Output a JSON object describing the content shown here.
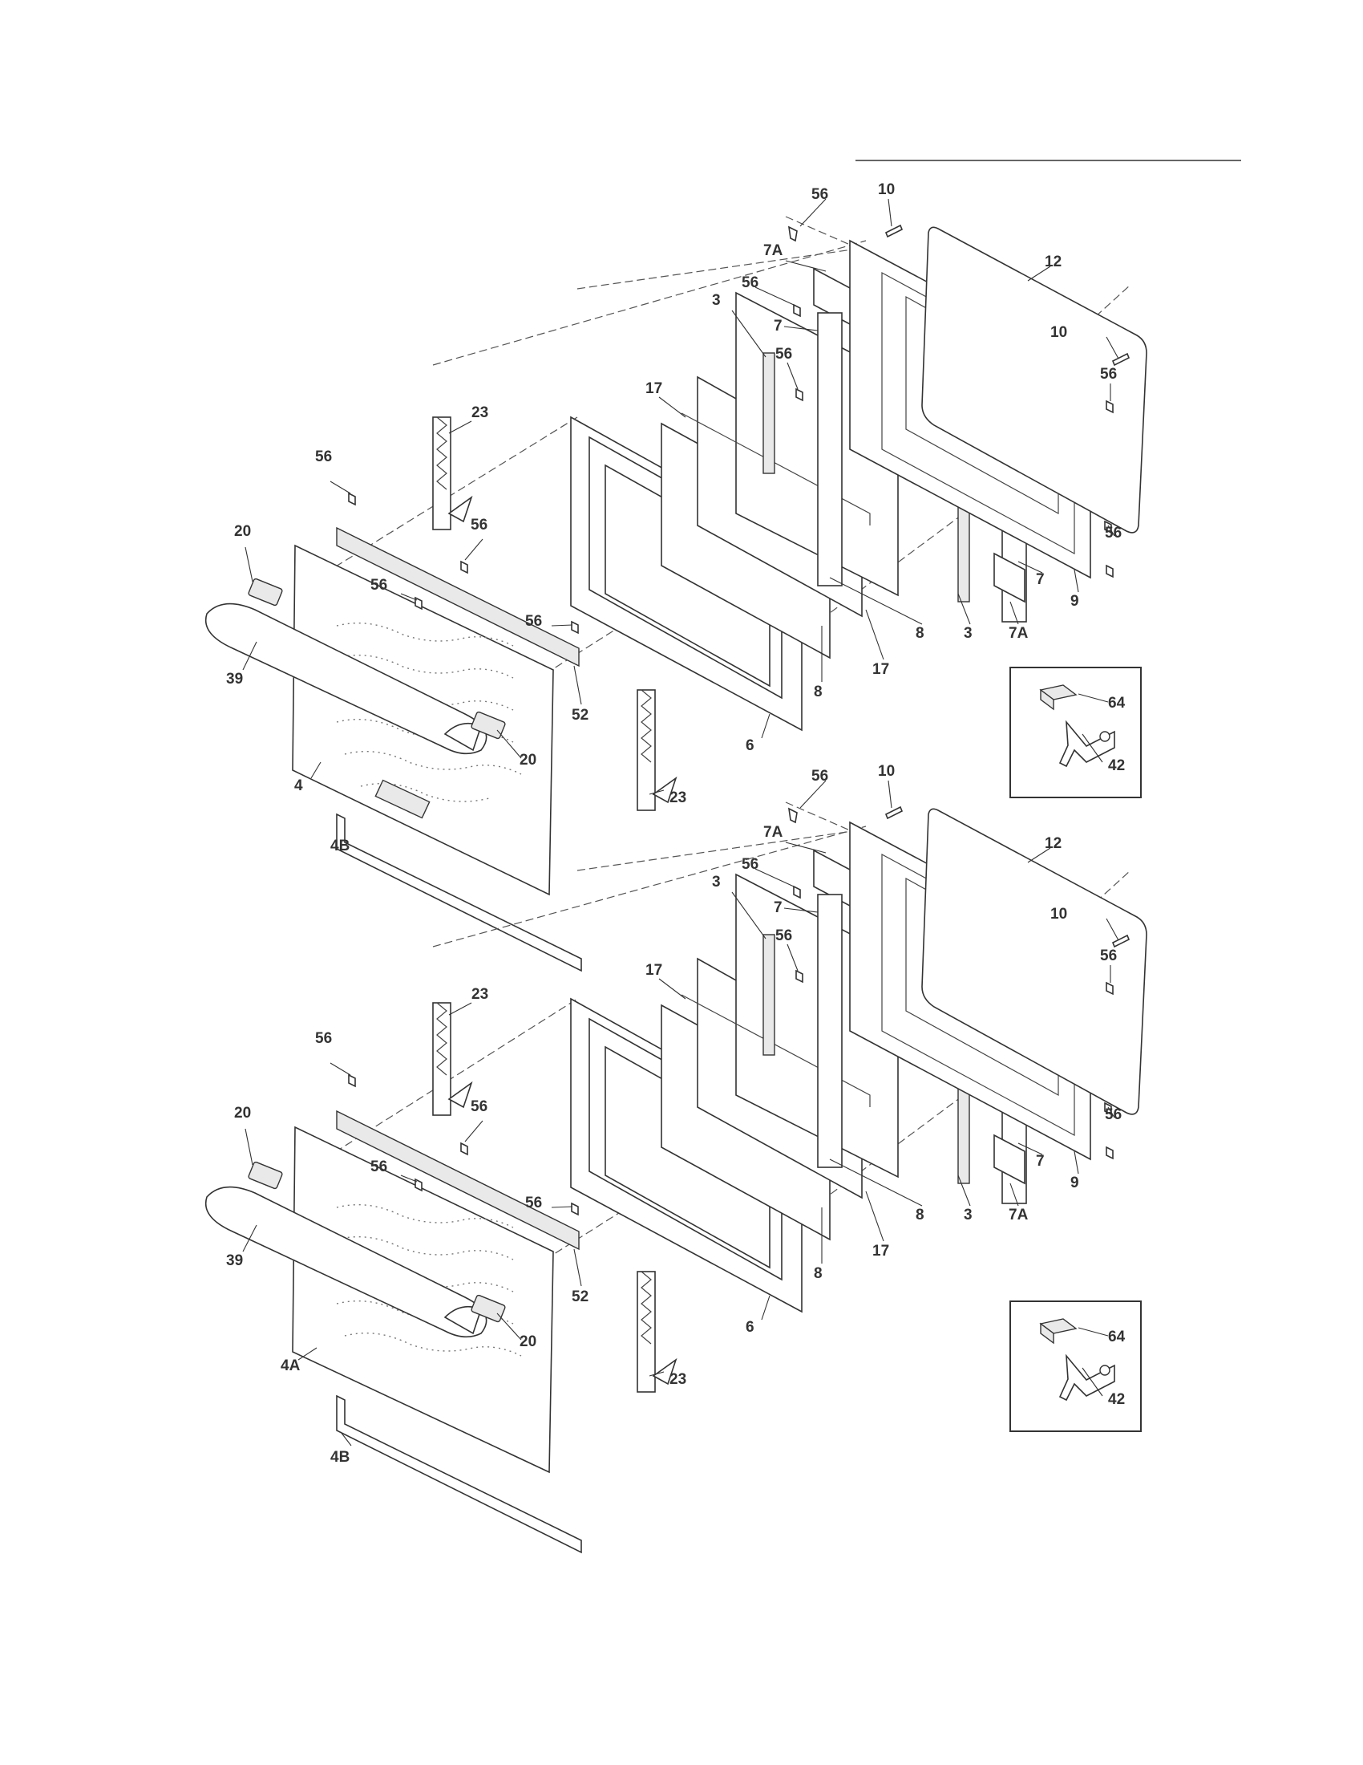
{
  "upper_assembly": {
    "labels": [
      "56",
      "10",
      "7A",
      "12",
      "56",
      "7",
      "3",
      "56",
      "10",
      "56",
      "17",
      "23",
      "56",
      "56",
      "20",
      "56",
      "56",
      "39",
      "52",
      "20",
      "4",
      "6",
      "8",
      "17",
      "8",
      "3",
      "7A",
      "7",
      "9",
      "56",
      "23"
    ],
    "inset": {
      "labels": [
        "64",
        "42"
      ]
    }
  },
  "lower_assembly": {
    "labels": [
      "56",
      "10",
      "7A",
      "12",
      "3",
      "56",
      "7",
      "10",
      "56",
      "17",
      "56",
      "23",
      "56",
      "56",
      "20",
      "56",
      "56",
      "39",
      "52",
      "20",
      "4A",
      "6",
      "8",
      "17",
      "8",
      "3",
      "7A",
      "7",
      "9",
      "56",
      "23",
      "4B"
    ],
    "inset": {
      "labels": [
        "64",
        "42"
      ]
    }
  },
  "upper_extra": {
    "kick_plate_label": "4B"
  }
}
